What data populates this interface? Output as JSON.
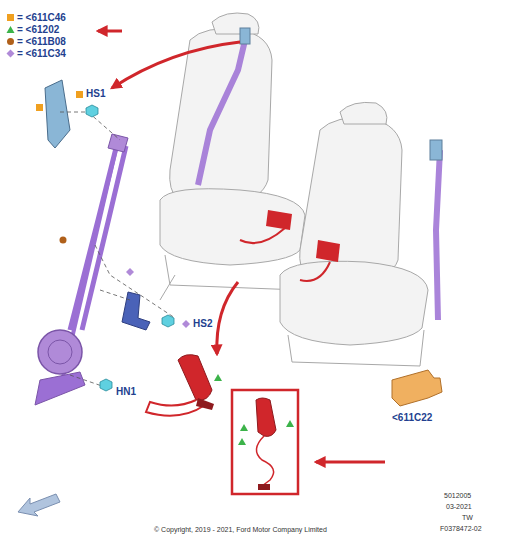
{
  "diagram": {
    "labels": [
      "HS1",
      "HS2",
      "HN1",
      "<611C22",
      "5012005",
      "03-2021",
      "TW",
      "F0378472-02",
      "© Copyright, 2019 - 2021, Ford Motor Company Limited"
    ],
    "legend": [
      {
        "text": "= <611C46"
      },
      {
        "text": "= <61202"
      },
      {
        "text": "= <611B08"
      },
      {
        "text": "= <611C34"
      }
    ]
  }
}
